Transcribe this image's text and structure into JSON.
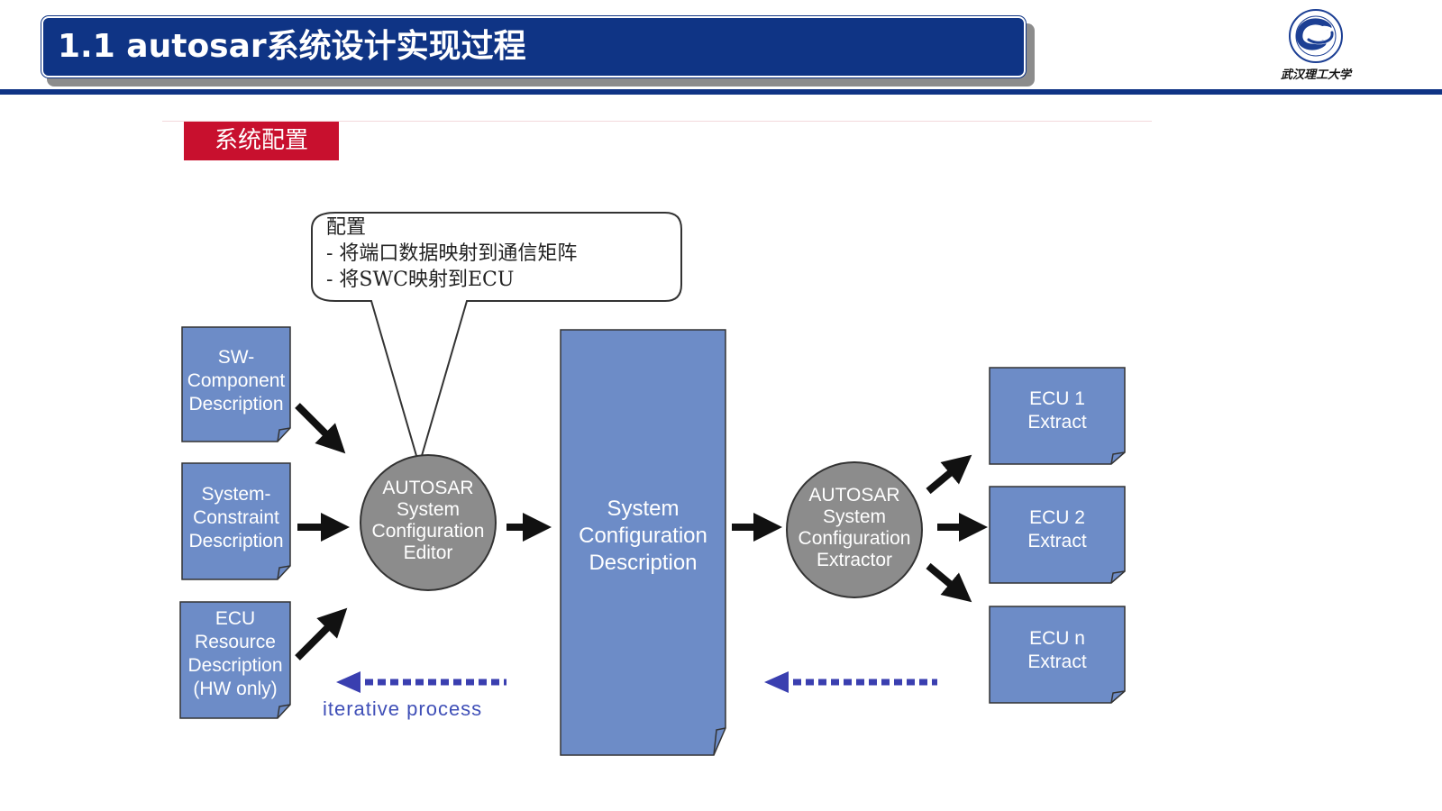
{
  "header": {
    "title": "1.1  autosar系统设计实现过程",
    "logo_text": "武汉理工大学",
    "brand_color": "#0f3485"
  },
  "diagram": {
    "section_tag": "系统配置",
    "callout": {
      "line1": "配置",
      "line2": "- 将端口数据映射到通信矩阵",
      "line3": "- 将SWC映射到ECU"
    },
    "inputs": [
      {
        "lines": [
          "SW-",
          "Component",
          "Description"
        ]
      },
      {
        "lines": [
          "System-",
          "Constraint",
          "Description"
        ]
      },
      {
        "lines": [
          "ECU",
          "Resource",
          "Description",
          "(HW only)"
        ]
      }
    ],
    "editor": {
      "lines": [
        "AUTOSAR",
        "System",
        "Configuration",
        "Editor"
      ]
    },
    "center_doc": {
      "lines": [
        "System",
        "Configuration",
        "Description"
      ]
    },
    "extractor": {
      "lines": [
        "AUTOSAR",
        "System",
        "Configuration",
        "Extractor"
      ]
    },
    "outputs": [
      {
        "lines": [
          "ECU 1",
          "Extract"
        ]
      },
      {
        "lines": [
          "ECU 2",
          "Extract"
        ]
      },
      {
        "lines": [
          "ECU n",
          "Extract"
        ]
      }
    ],
    "iterative_label": "iterative process",
    "doc_color": "#6d8cc7",
    "circle_color": "#8c8c8c"
  }
}
